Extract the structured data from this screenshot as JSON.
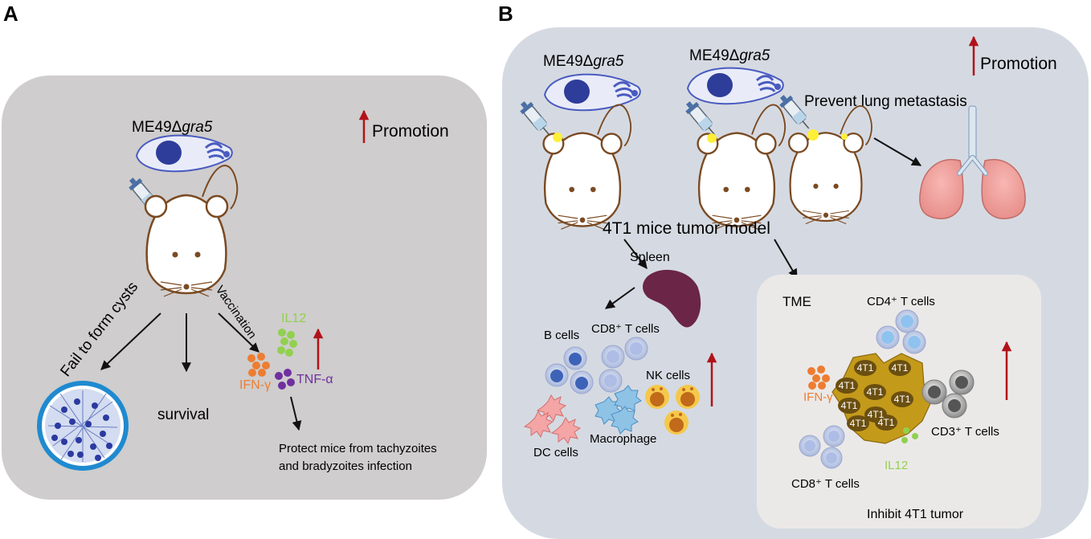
{
  "panels": {
    "a": {
      "letter": "A",
      "strain": "ME49Δ",
      "strain_italic": "gra5",
      "legend": "Promotion",
      "branch_cysts": "Fail to form cysts",
      "branch_survival": "survival",
      "branch_vaccination": "Vaccination",
      "il12": "IL12",
      "ifn": "IFN-γ",
      "tnf": "TNF-α",
      "protect_line1": "Protect mice from tachyzoites",
      "protect_line2": "and bradyzoites infection"
    },
    "b": {
      "letter": "B",
      "strain": "ME49Δ",
      "strain_italic": "gra5",
      "legend": "Promotion",
      "prevent": "Prevent lung metastasis",
      "model": "4T1 mice tumor model",
      "spleen": "Spleen",
      "b_cells": "B cells",
      "cd8_spleen": "CD8⁺ T cells",
      "nk_cells": "NK cells",
      "dc_cells": "DC cells",
      "macrophage": "Macrophage",
      "tme": "TME",
      "cd4": "CD4⁺ T cells",
      "ifn": "IFN-γ",
      "tumor_label": "4T1",
      "cd3": "CD3⁺ T cells",
      "il12": "IL12",
      "cd8_tme": "CD8⁺ T cells",
      "inhibit": "Inhibit 4T1 tumor"
    }
  },
  "colors": {
    "panel_a_bg": "#cfcdcd",
    "panel_b_bg": "#d5dae2",
    "tme_bg": "#ebe9e8",
    "mouse": "#7a4a22",
    "promotion_arrow": "#b2121a",
    "ifn": "#ed7d31",
    "il12": "#92d050",
    "tnf": "#7030a0",
    "spleen": "#6b2546",
    "tumor": "#c49a1a",
    "parasite": "#3a4bb0"
  },
  "icons": [
    "parasite-icon",
    "syringe-icon",
    "mouse-icon",
    "cyst-icon",
    "lung-icon",
    "spleen-icon",
    "cell-icon",
    "tumor-cell-icon"
  ]
}
